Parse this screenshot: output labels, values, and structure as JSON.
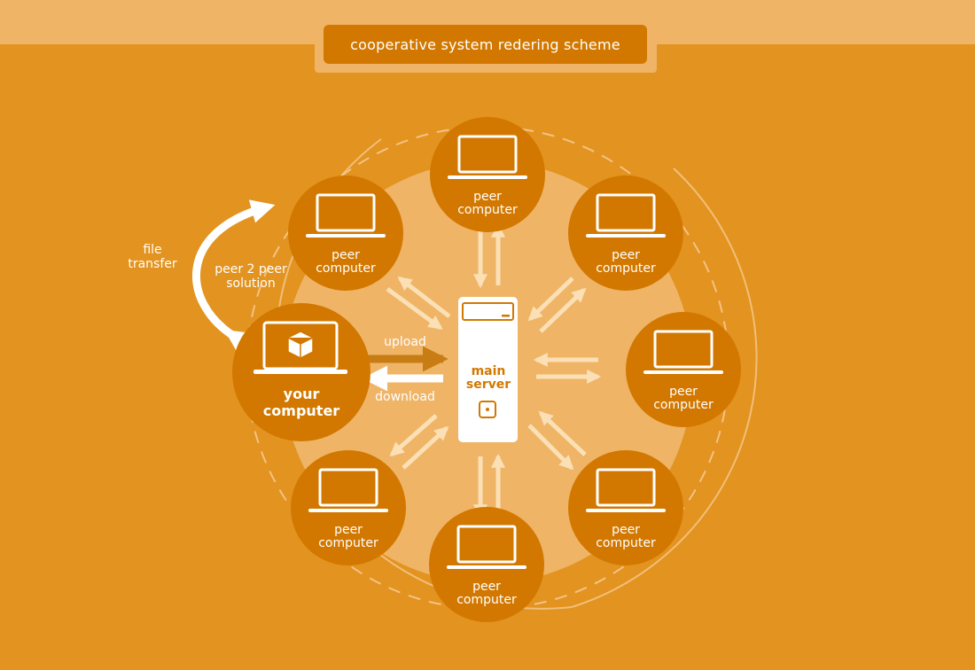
{
  "title": "cooperative system redering scheme",
  "side_labels": {
    "file_line1": "file",
    "file_line2": "transfer",
    "p2p_line1": "peer 2 peer",
    "p2p_line2": "solution"
  },
  "server": {
    "line1": "main",
    "line2": "server"
  },
  "your_computer": {
    "line1": "your",
    "line2": "computer"
  },
  "arrows": {
    "upload": "upload",
    "download": "download"
  },
  "peers": [
    {
      "line1": "peer",
      "line2": "computer"
    },
    {
      "line1": "peer",
      "line2": "computer"
    },
    {
      "line1": "peer",
      "line2": "computer"
    },
    {
      "line1": "peer",
      "line2": "computer"
    },
    {
      "line1": "peer",
      "line2": "computer"
    },
    {
      "line1": "peer",
      "line2": "computer"
    },
    {
      "line1": "peer",
      "line2": "computer"
    }
  ],
  "colors": {
    "background": "#e3931f",
    "band": "#efb466",
    "node": "#d27800",
    "inner_disc": "#efb466",
    "arrow_light": "#fbe0b6",
    "upload_arrow": "#c87c14",
    "white": "#ffffff"
  }
}
